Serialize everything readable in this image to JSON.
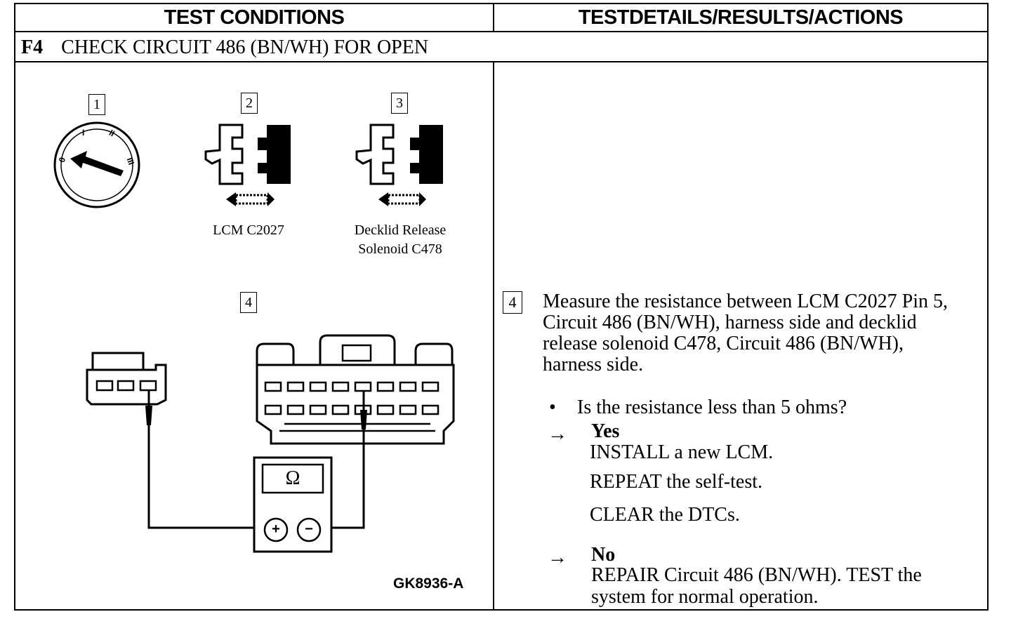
{
  "header": {
    "left_title": "TEST CONDITIONS",
    "right_title": "TESTDETAILS/RESULTS/ACTIONS"
  },
  "step": {
    "code": "F4",
    "title": "CHECK CIRCUIT 486 (BN/WH) FOR OPEN"
  },
  "figure": {
    "callouts": [
      "1",
      "2",
      "3",
      "4"
    ],
    "connector_a_label": "LCM C2027",
    "connector_b_label_line1": "Decklid Release",
    "connector_b_label_line2": "Solenoid C478",
    "meter_symbol": "Ω",
    "meter_plus": "+",
    "meter_minus": "−",
    "figure_code": "GK8936-A"
  },
  "details": {
    "step_number": "4",
    "instruction_lines": [
      "Measure the resistance between LCM C2027 Pin 5,",
      "Circuit 486 (BN/WH), harness side and decklid",
      "release solenoid C478, Circuit 486 (BN/WH),",
      "harness side."
    ],
    "bullet": "•",
    "question": "Is the resistance less than 5 ohms?",
    "arrow": "→",
    "yes_label": "Yes",
    "yes_actions": [
      "INSTALL a new LCM.",
      "REPEAT the self-test.",
      "CLEAR the DTCs."
    ],
    "no_label": "No",
    "no_actions": [
      "REPAIR Circuit 486 (BN/WH). TEST the",
      "system for normal operation."
    ]
  }
}
